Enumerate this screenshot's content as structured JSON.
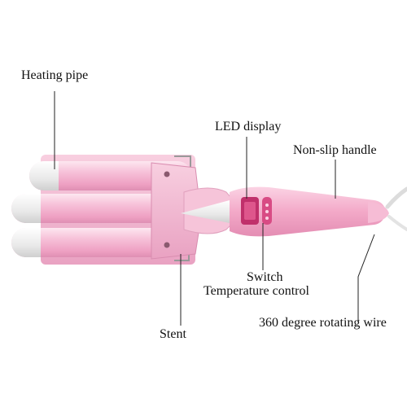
{
  "labels": {
    "heating_pipe": "Heating pipe",
    "led_display": "LED display",
    "non_slip_handle": "Non-slip handle",
    "switch": "Switch",
    "temperature_control": "Temperature control",
    "rotating_wire": "360 degree rotating wire",
    "stent": "Stent"
  },
  "colors": {
    "barrel_pink": "#f4b4cf",
    "barrel_highlight": "#fde7f0",
    "barrel_shadow": "#de8fb3",
    "tip_white": "#eeeeee",
    "handle_pink": "#f3a9c8",
    "display_magenta": "#c0306b",
    "leader_line": "#222222",
    "wire": "#dddddd"
  }
}
